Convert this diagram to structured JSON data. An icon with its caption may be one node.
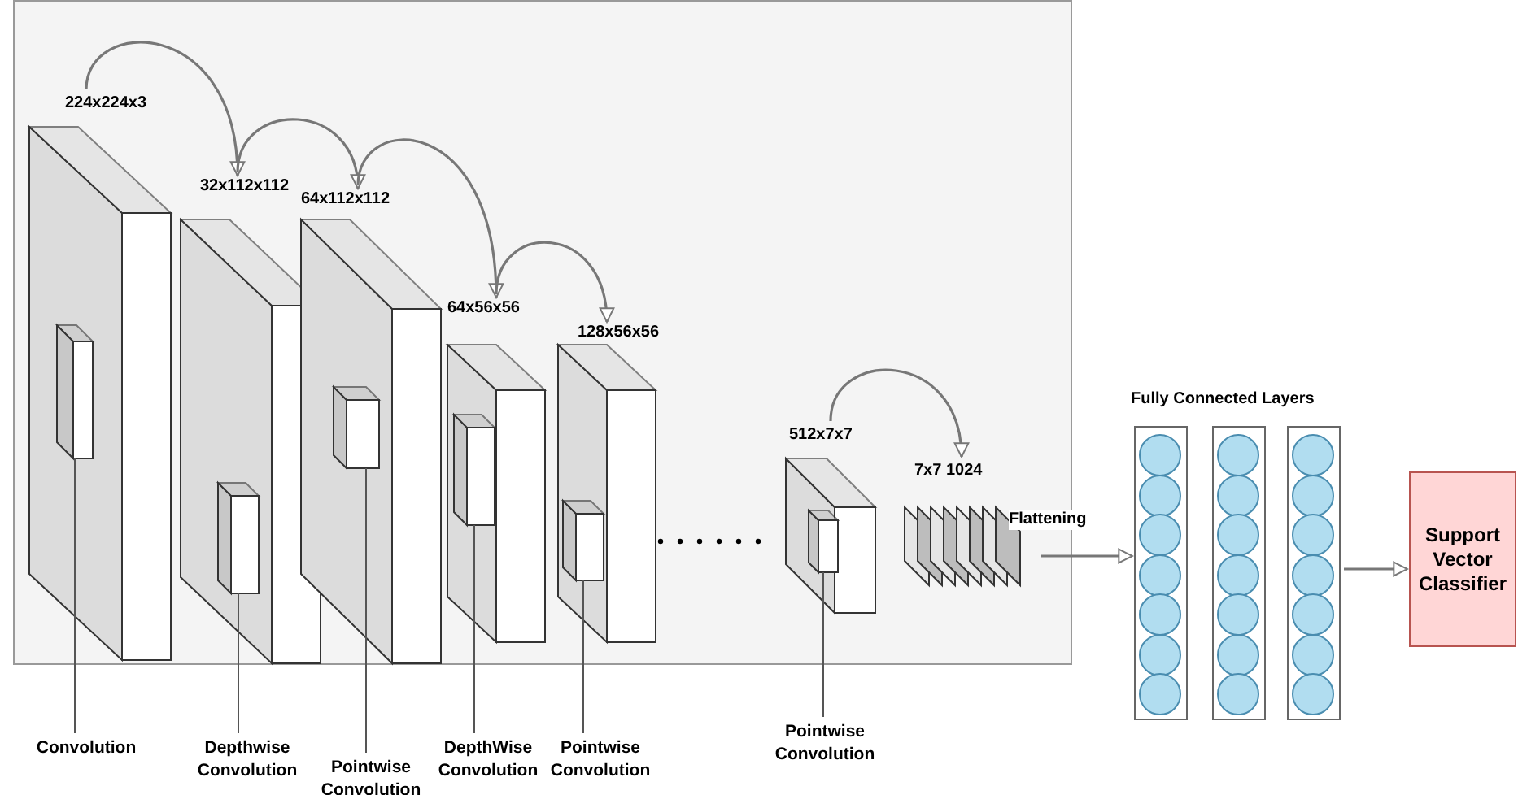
{
  "diagram": {
    "nodes": [
      {
        "text": [
          "224x224x3"
        ]
      },
      {
        "text": [
          "32x112x112"
        ]
      },
      {
        "text": [
          "64x112x112"
        ]
      },
      {
        "text": [
          "64x56x56"
        ]
      },
      {
        "text": [
          "128x56x56"
        ]
      },
      {
        "text": [
          "512x7x7"
        ]
      },
      {
        "text": [
          "7x7 1024"
        ]
      },
      {
        "text": [],
        "shape": "box",
        "in": 0
      },
      {
        "text": [],
        "shape": "box",
        "in": 1
      },
      {
        "text": [],
        "shape": "box",
        "in": 2
      },
      {
        "text": [],
        "shape": "box",
        "in": 3
      },
      {
        "text": [],
        "shape": "box",
        "in": 4
      },
      {
        "text": [],
        "shape": "box",
        "in": 5
      },
      {
        "text": [],
        "shape": "bar"
      },
      {
        "text": [],
        "shape": "bar"
      },
      {
        "text": [],
        "shape": "bar"
      },
      {
        "text": [
          "Support Vector Classifier"
        ]
      },
      {
        "text": [
          "Convolution"
        ]
      },
      {
        "text": [
          "Depthwise Convolution"
        ]
      },
      {
        "text": [
          "Pointwise Convolution"
        ]
      },
      {
        "text": [
          "DepthWise Convolution"
        ]
      },
      {
        "text": [
          "Pointwise Convolution"
        ]
      },
      {
        "text": [
          "Pointwise Convolution"
        ]
      }
    ],
    "edges": [
      {
        "from": 0,
        "to": 1,
        "arrow": "to"
      },
      {
        "from": 1,
        "to": 2,
        "arrow": "to"
      },
      {
        "from": 2,
        "to": 3,
        "arrow": "to"
      },
      {
        "from": 3,
        "to": 4,
        "arrow": "to"
      },
      {
        "from": 5,
        "to": 6,
        "arrow": "to"
      },
      {
        "from": 6,
        "to": 13,
        "arrow": "to",
        "label": "Flattening"
      },
      {
        "from": 15,
        "to": 16,
        "arrow": "to"
      },
      {
        "from": 17,
        "to": 7,
        "arrow": "none"
      },
      {
        "from": 18,
        "to": 8,
        "arrow": "none"
      },
      {
        "from": 19,
        "to": 9,
        "arrow": "none"
      },
      {
        "from": 20,
        "to": 10,
        "arrow": "none"
      },
      {
        "from": 21,
        "to": 11,
        "arrow": "none"
      },
      {
        "from": 22,
        "to": 12,
        "arrow": "none"
      }
    ],
    "labels": [
      "Fully Connected Layers"
    ]
  }
}
